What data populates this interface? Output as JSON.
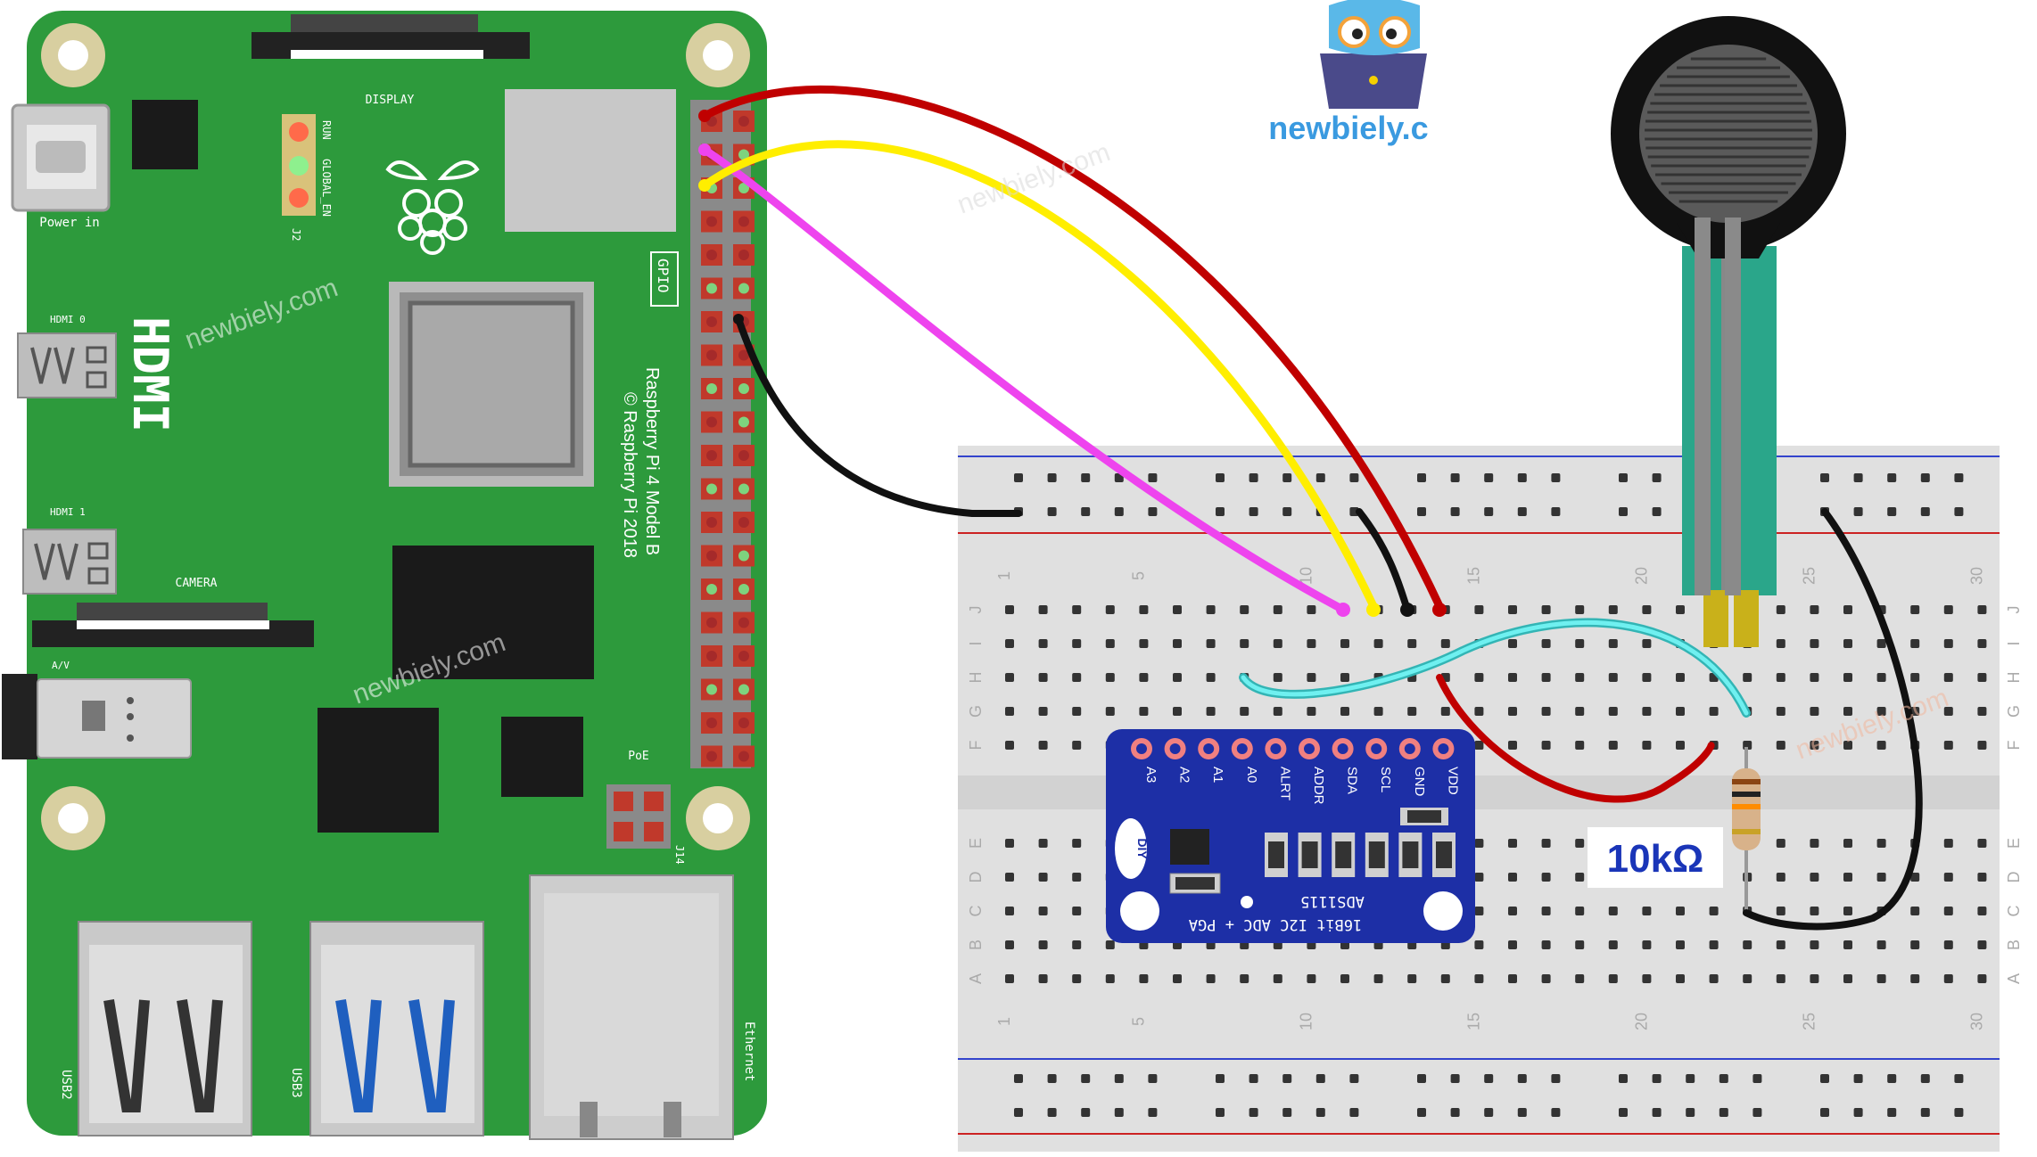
{
  "brand": {
    "name": "newbiely.c",
    "watermark": "newbiely.com"
  },
  "raspberry_pi": {
    "label_display": "DISPLAY",
    "label_power": "Power in",
    "label_hdmi0": "HDMI 0",
    "label_hdmi1": "HDMI 1",
    "label_hdmi": "HDMI",
    "label_camera": "CAMERA",
    "label_av": "A/V",
    "label_gpio": "GPIO",
    "label_poe": "PoE",
    "label_j14": "J14",
    "label_j2": "J2",
    "label_run": "RUN",
    "label_global_en": "GLOBAL_EN",
    "label_model": "Raspberry Pi 4 Model B",
    "label_copyright": "© Raspberry Pi 2018",
    "label_usb2": "USB2",
    "label_usb3": "USB3",
    "label_ethernet": "Ethernet"
  },
  "adc_module": {
    "pins": [
      "A3",
      "A2",
      "A1",
      "A0",
      "ALRT",
      "ADDR",
      "SDA",
      "SCL",
      "GND",
      "VDD"
    ],
    "chip_label": "ADS1115",
    "description": "16Bit I2C ADC + PGA",
    "logo_text": "DIY"
  },
  "resistor": {
    "value": "10kΩ"
  },
  "breadboard": {
    "column_numbers": [
      "1",
      "5",
      "10",
      "15",
      "20",
      "25",
      "30"
    ],
    "row_letters_top": [
      "J",
      "I",
      "H",
      "G",
      "F"
    ],
    "row_letters_bottom": [
      "E",
      "D",
      "C",
      "B",
      "A"
    ]
  },
  "colors": {
    "pi_board": "#2d9a3c",
    "adc_board": "#1d2fa6",
    "wire_red": "#c20000",
    "wire_yellow": "#ffee00",
    "wire_magenta": "#ee44ee",
    "wire_black": "#111111",
    "wire_cyan": "#44dddd",
    "resistor_label": "#1a35b8"
  }
}
